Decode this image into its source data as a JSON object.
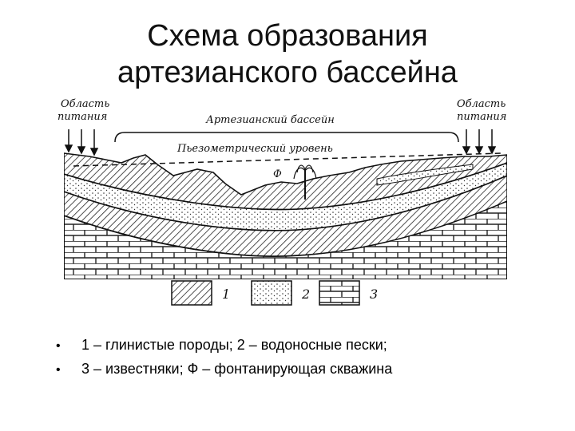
{
  "title": {
    "line1": "Схема образования",
    "line2": "артезианского бассейна"
  },
  "diagram": {
    "label_recharge_left_1": "Область",
    "label_recharge_left_2": "питания",
    "label_recharge_right_1": "Область",
    "label_recharge_right_2": "питания",
    "label_basin": "Артезианский  бассейн",
    "label_piezometric": "Пьезометрический  уровень",
    "label_well": "Ф"
  },
  "legend": [
    {
      "number": "1",
      "material": "clay-hatched"
    },
    {
      "number": "2",
      "material": "sand-dotted"
    },
    {
      "number": "3",
      "material": "limestone-bricks"
    }
  ],
  "bullets": [
    "1 – глинистые породы;  2 – водоносные пески;",
    "3 – известняки; Ф – фонтанирующая скважина"
  ]
}
